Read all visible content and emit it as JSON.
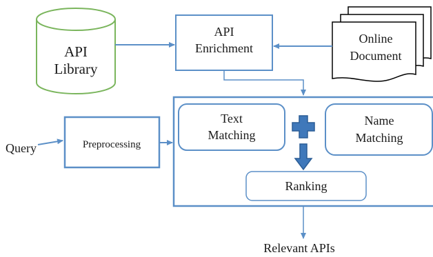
{
  "nodes": {
    "api_library": [
      "API",
      "Library"
    ],
    "api_enrichment": [
      "API",
      "Enrichment"
    ],
    "online_document": [
      "Online",
      "Document"
    ],
    "query": "Query",
    "preprocessing": "Preprocessing",
    "text_matching": [
      "Text",
      "Matching"
    ],
    "name_matching": [
      "Name",
      "Matching"
    ],
    "ranking": "Ranking",
    "relevant_apis": "Relevant APIs"
  },
  "colors": {
    "library_stroke": "#7ab55c",
    "box_stroke": "#5b8fc7",
    "arrow": "#5b8fc7",
    "plus_fill": "#3f78ba",
    "plus_stroke": "#2b5d96"
  }
}
